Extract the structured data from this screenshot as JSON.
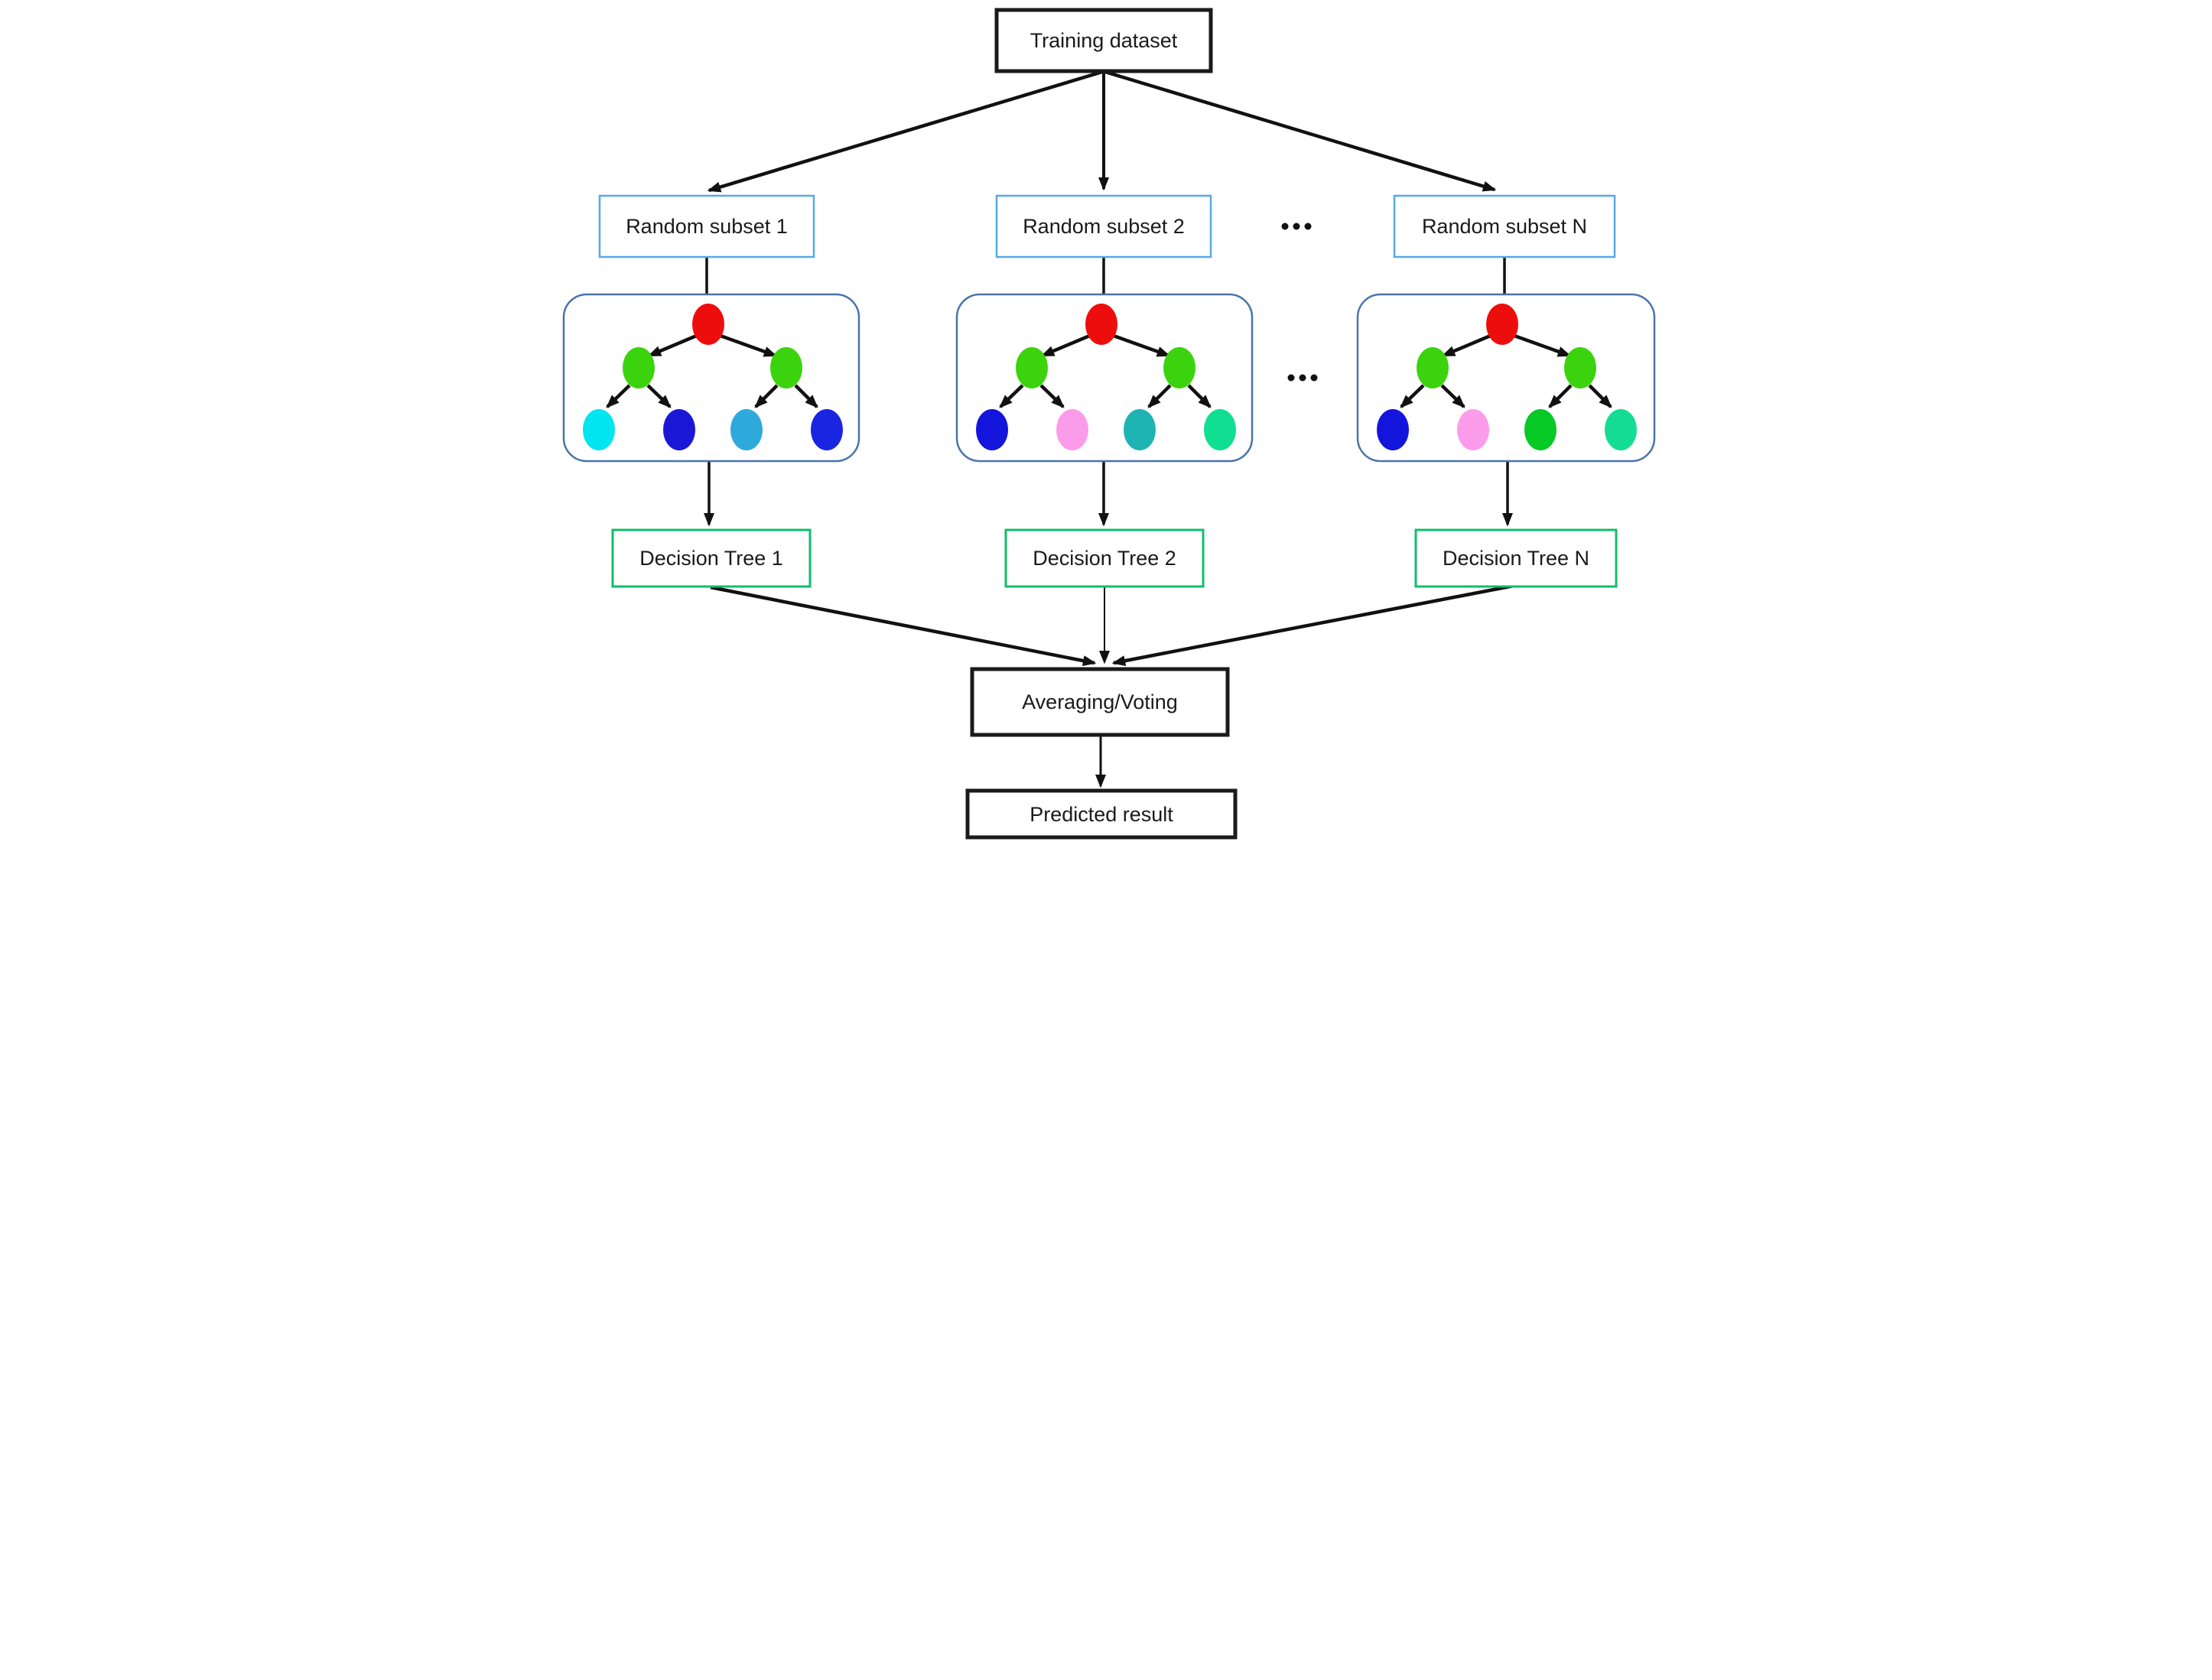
{
  "diagram": {
    "training": {
      "label": "Training dataset"
    },
    "subsets": [
      {
        "label": "Random subset 1"
      },
      {
        "label": "Random subset 2"
      },
      {
        "label": "Random subset N"
      }
    ],
    "ellipsis": "...",
    "trees": [
      {
        "name": "random-forest-tree-1",
        "root": "#ee0d0d",
        "branches": [
          "#3bd30d",
          "#3bd30d"
        ],
        "leaves": [
          "#00e5ef",
          "#1a18d6",
          "#2ea9dc",
          "#1a25e2"
        ]
      },
      {
        "name": "random-forest-tree-2",
        "root": "#ee0d0d",
        "branches": [
          "#3bd30d",
          "#3bd30d"
        ],
        "leaves": [
          "#1315dc",
          "#fb9ceb",
          "#1fb4b4",
          "#10df92"
        ]
      },
      {
        "name": "random-forest-tree-N",
        "root": "#ee0d0d",
        "branches": [
          "#3bd30d",
          "#3bd30d"
        ],
        "leaves": [
          "#1315dc",
          "#fb9ceb",
          "#06c926",
          "#15dc95"
        ]
      }
    ],
    "decision_boxes": [
      {
        "label": "Decision Tree 1"
      },
      {
        "label": "Decision Tree 2"
      },
      {
        "label": "Decision Tree N"
      }
    ],
    "averaging": {
      "label": "Averaging/Voting"
    },
    "predicted": {
      "label": "Predicted result"
    },
    "colors": {
      "box_border_dark": "#1a1a1a",
      "subset_border": "#55a9e8",
      "tree_panel_border": "#4a74aa",
      "decision_border": "#0ebf6a",
      "arrow": "#111111"
    }
  }
}
